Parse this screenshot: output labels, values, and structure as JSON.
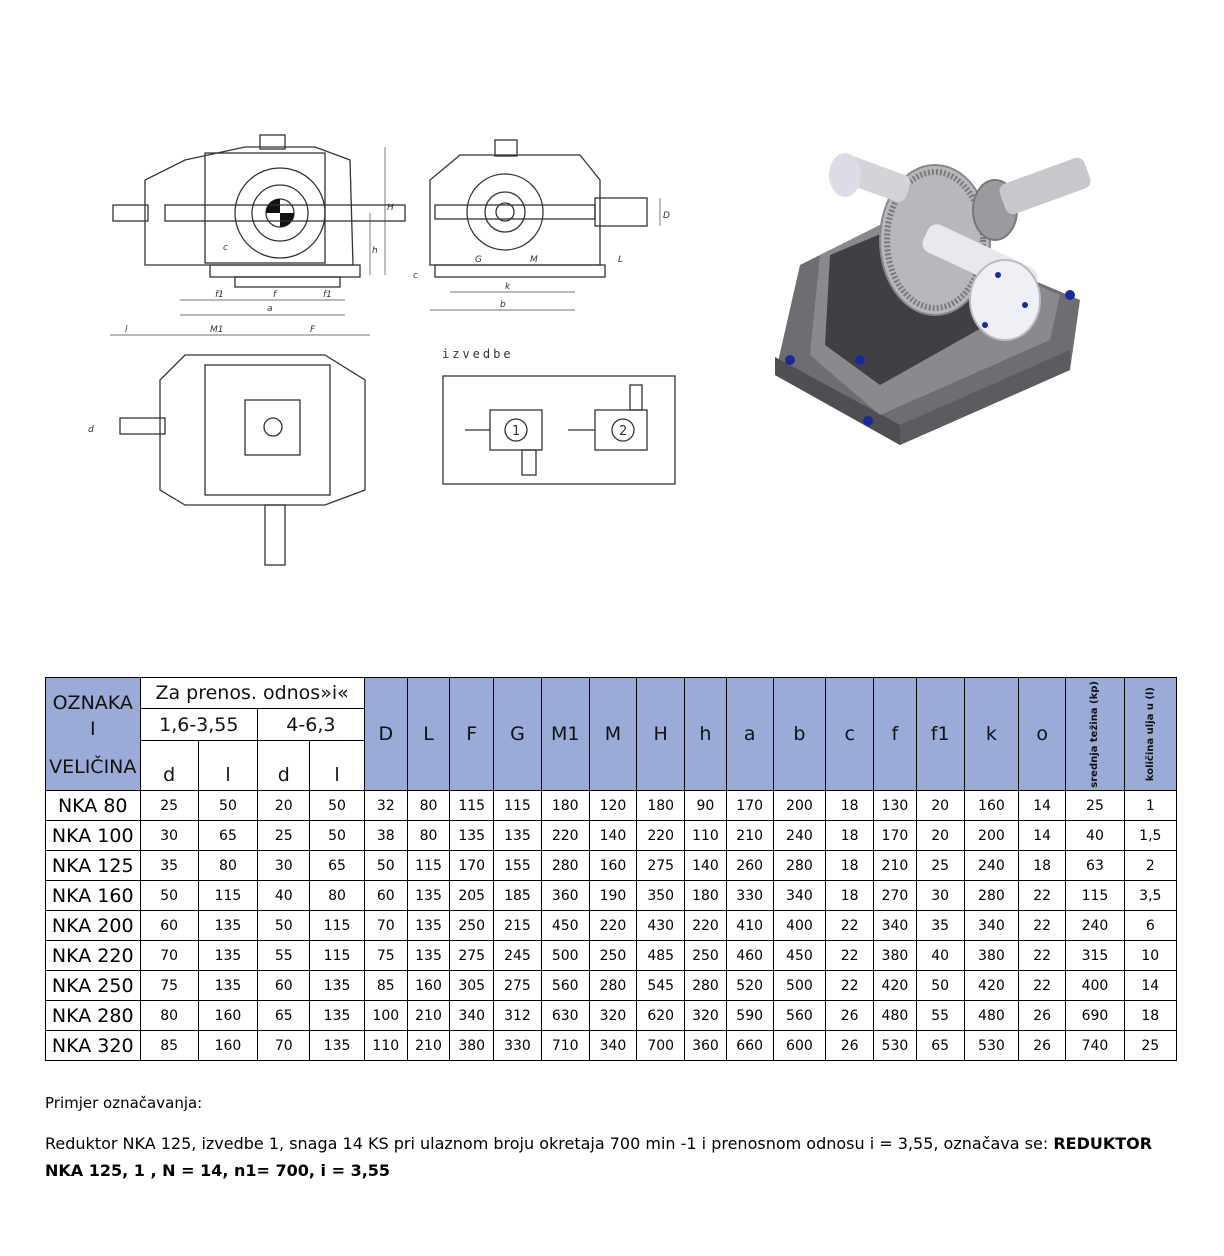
{
  "drawing": {
    "variants_label": "izvedbe",
    "variant_1": "1",
    "variant_2": "2",
    "dims_front": {
      "d": "d",
      "c": "c",
      "f1a": "f1",
      "f": "f",
      "f1b": "f1",
      "a": "a",
      "H": "H",
      "h": "h"
    },
    "dims_side": {
      "G": "G",
      "M": "M",
      "L": "L",
      "D": "D",
      "k": "k",
      "b": "b",
      "c": "c"
    },
    "dims_top": {
      "l": "l",
      "M1": "M1",
      "F": "F",
      "d": "d"
    }
  },
  "table": {
    "header": {
      "oznaka": "OZNAKA",
      "i": "I",
      "velicina": "VELIČINA",
      "ratio_group": "Za prenos. odnos»i«",
      "ratio_a": "1,6-3,55",
      "ratio_b": "4-6,3",
      "d1": "d",
      "l1": "l",
      "d2": "d",
      "l2": "l",
      "cols": [
        "D",
        "L",
        "F",
        "G",
        "M1",
        "M",
        "H",
        "h",
        "a",
        "b",
        "c",
        "f",
        "f1",
        "k",
        "o"
      ],
      "weight": "srednja težina (kp)",
      "oil": "količina ulja u (l)"
    },
    "rows": [
      [
        "NKA 80",
        "25",
        "50",
        "20",
        "50",
        "32",
        "80",
        "115",
        "115",
        "180",
        "120",
        "180",
        "90",
        "170",
        "200",
        "18",
        "130",
        "20",
        "160",
        "14",
        "25",
        "1"
      ],
      [
        "NKA 100",
        "30",
        "65",
        "25",
        "50",
        "38",
        "80",
        "135",
        "135",
        "220",
        "140",
        "220",
        "110",
        "210",
        "240",
        "18",
        "170",
        "20",
        "200",
        "14",
        "40",
        "1,5"
      ],
      [
        "NKA 125",
        "35",
        "80",
        "30",
        "65",
        "50",
        "115",
        "170",
        "155",
        "280",
        "160",
        "275",
        "140",
        "260",
        "280",
        "18",
        "210",
        "25",
        "240",
        "18",
        "63",
        "2"
      ],
      [
        "NKA 160",
        "50",
        "115",
        "40",
        "80",
        "60",
        "135",
        "205",
        "185",
        "360",
        "190",
        "350",
        "180",
        "330",
        "340",
        "18",
        "270",
        "30",
        "280",
        "22",
        "115",
        "3,5"
      ],
      [
        "NKA 200",
        "60",
        "135",
        "50",
        "115",
        "70",
        "135",
        "250",
        "215",
        "450",
        "220",
        "430",
        "220",
        "410",
        "400",
        "22",
        "340",
        "35",
        "340",
        "22",
        "240",
        "6"
      ],
      [
        "NKA 220",
        "70",
        "135",
        "55",
        "115",
        "75",
        "135",
        "275",
        "245",
        "500",
        "250",
        "485",
        "250",
        "460",
        "450",
        "22",
        "380",
        "40",
        "380",
        "22",
        "315",
        "10"
      ],
      [
        "NKA 250",
        "75",
        "135",
        "60",
        "135",
        "85",
        "160",
        "305",
        "275",
        "560",
        "280",
        "545",
        "280",
        "520",
        "500",
        "22",
        "420",
        "50",
        "420",
        "22",
        "400",
        "14"
      ],
      [
        "NKA 280",
        "80",
        "160",
        "65",
        "135",
        "100",
        "210",
        "340",
        "312",
        "630",
        "320",
        "620",
        "320",
        "590",
        "560",
        "26",
        "480",
        "55",
        "480",
        "26",
        "690",
        "18"
      ],
      [
        "NKA 320",
        "85",
        "160",
        "70",
        "135",
        "110",
        "210",
        "380",
        "330",
        "710",
        "340",
        "700",
        "360",
        "660",
        "600",
        "26",
        "530",
        "65",
        "530",
        "26",
        "740",
        "25"
      ]
    ]
  },
  "note": {
    "title": "Primjer označavanja:",
    "text": "Reduktor NKA 125, izvedbe 1, snaga 14 KS pri ulaznom broju okretaja 700 min -1 i prenosnom odnosu i = 3,55, označava se: ",
    "bold": "REDUKTOR NKA 125, 1 , N = 14, n1= 700, i = 3,55"
  },
  "colors": {
    "header_bg": "#9aabd8"
  }
}
